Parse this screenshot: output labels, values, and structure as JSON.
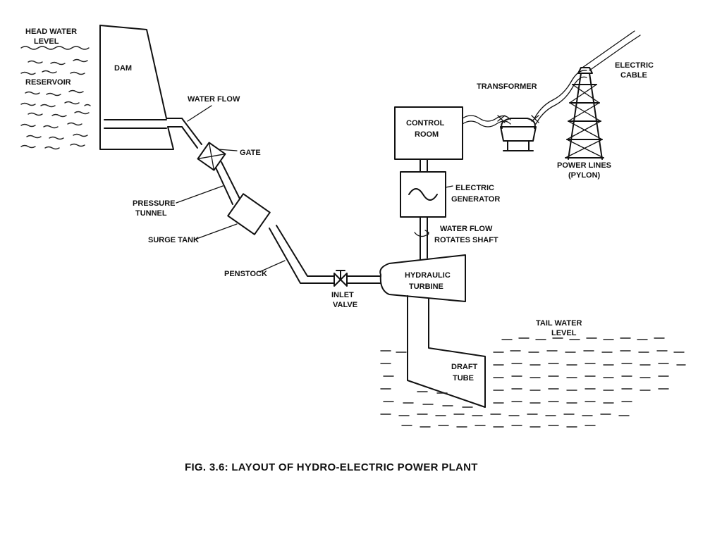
{
  "labels": {
    "head_water_level_1": "HEAD WATER",
    "head_water_level_2": "LEVEL",
    "reservoir": "RESERVOIR",
    "dam": "DAM",
    "water_flow": "WATER FLOW",
    "gate": "GATE",
    "pressure_tunnel_1": "PRESSURE",
    "pressure_tunnel_2": "TUNNEL",
    "surge_tank": "SURGE TANK",
    "penstock": "PENSTOCK",
    "inlet_valve_1": "INLET",
    "inlet_valve_2": "VALVE",
    "hydraulic_turbine_1": "HYDRAULIC",
    "hydraulic_turbine_2": "TURBINE",
    "control_room_1": "CONTROL",
    "control_room_2": "ROOM",
    "electric_generator_1": "ELECTRIC",
    "electric_generator_2": "GENERATOR",
    "water_flow_shaft_1": "WATER FLOW",
    "water_flow_shaft_2": "ROTATES SHAFT",
    "transformer": "TRANSFORMER",
    "electric_cable_1": "ELECTRIC",
    "electric_cable_2": "CABLE",
    "power_lines_1": "POWER LINES",
    "power_lines_2": "(PYLON)",
    "tail_water_level_1": "TAIL WATER",
    "tail_water_level_2": "LEVEL",
    "draft_tube_1": "DRAFT",
    "draft_tube_2": "TUBE"
  },
  "caption": "FIG. 3.6: LAYOUT OF HYDRO-ELECTRIC POWER PLANT",
  "colors": {
    "ink": "#111111",
    "background": "#ffffff"
  }
}
